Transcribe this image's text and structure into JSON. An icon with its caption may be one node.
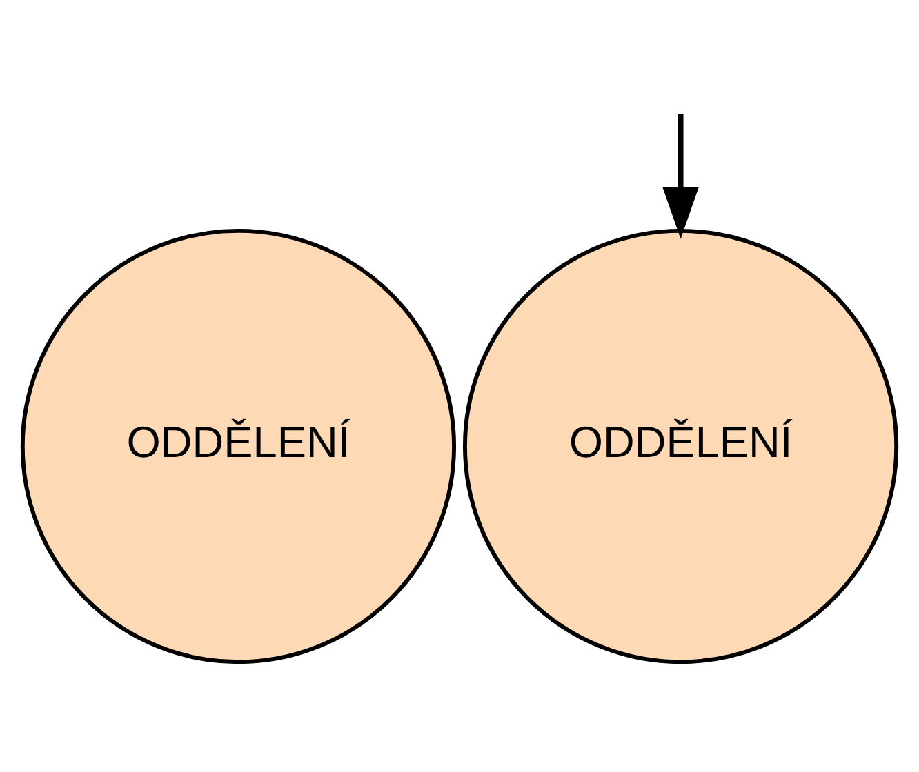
{
  "diagram": {
    "nodes": [
      {
        "text": [
          "ODDĚLENÍ"
        ]
      },
      {
        "text": [
          "ODDĚLENÍ"
        ]
      }
    ],
    "edges": [
      {
        "from": null,
        "to": 1,
        "arrow": "to"
      }
    ]
  }
}
